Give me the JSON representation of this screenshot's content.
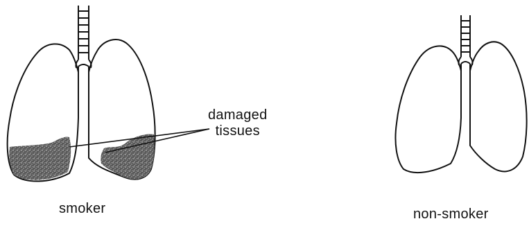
{
  "labels": {
    "damaged_line1": "damaged",
    "damaged_line2": "tissues",
    "smoker": "smoker",
    "non_smoker": "non-smoker"
  },
  "colors": {
    "ink": "#111111",
    "damage_fill": "#6e6e6e",
    "background": "#ffffff"
  }
}
